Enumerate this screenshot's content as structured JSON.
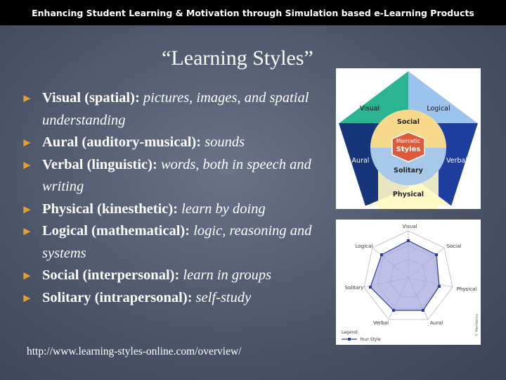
{
  "header": {
    "title": "Enhancing Student Learning & Motivation through Simulation based e-Learning Products"
  },
  "slide": {
    "title": "“Learning Styles”"
  },
  "bullets": [
    {
      "term": "Visual (spatial):",
      "desc": "pictures, images, and spatial understanding"
    },
    {
      "term": "Aural (auditory-musical):",
      "desc": "sounds"
    },
    {
      "term": "Verbal (linguistic):",
      "desc": "words, both in speech and writing"
    },
    {
      "term": "Physical (kinesthetic):",
      "desc": "learn by doing"
    },
    {
      "term": "Logical (mathematical):",
      "desc": "logic, reasoning and systems"
    },
    {
      "term": "Social (interpersonal):",
      "desc": "learn in groups"
    },
    {
      "term": "Solitary (intrapersonal):",
      "desc": "self-study"
    }
  ],
  "bullet_icon": "triangle-right-icon",
  "footer": {
    "url": "http://www.learning-styles-online.com/overview/"
  },
  "diagram1": {
    "labels": {
      "visual": "Visual",
      "logical": "Logical",
      "social": "Social",
      "memletic_line1": "Memletic",
      "memletic_line2": "Styles",
      "aural": "Aural",
      "verbal": "Verbal",
      "solitary": "Solitary",
      "physical": "Physical"
    }
  },
  "diagram2": {
    "labels": {
      "visual": "Visual",
      "logical": "Logical",
      "social": "Social",
      "solitary": "Solitary",
      "physical": "Physical",
      "verbal": "Verbal",
      "aural": "Aural"
    },
    "legend_title": "Legend:",
    "legend_item": "Your Style",
    "copyright": "© Memletics"
  },
  "colors": {
    "accent": "#e1a02f",
    "visual": "#2bb392",
    "logical": "#9cc3ee",
    "verbal": "#1e3ea0",
    "physical": "#fff8c6",
    "aural": "#17357a",
    "social_ring": "#f7d98c",
    "solitary_ring": "#a8c8ea",
    "core": "#e05a3a",
    "radar_fill": "#a7a9dd",
    "radar_line": "#2b3a9c"
  }
}
